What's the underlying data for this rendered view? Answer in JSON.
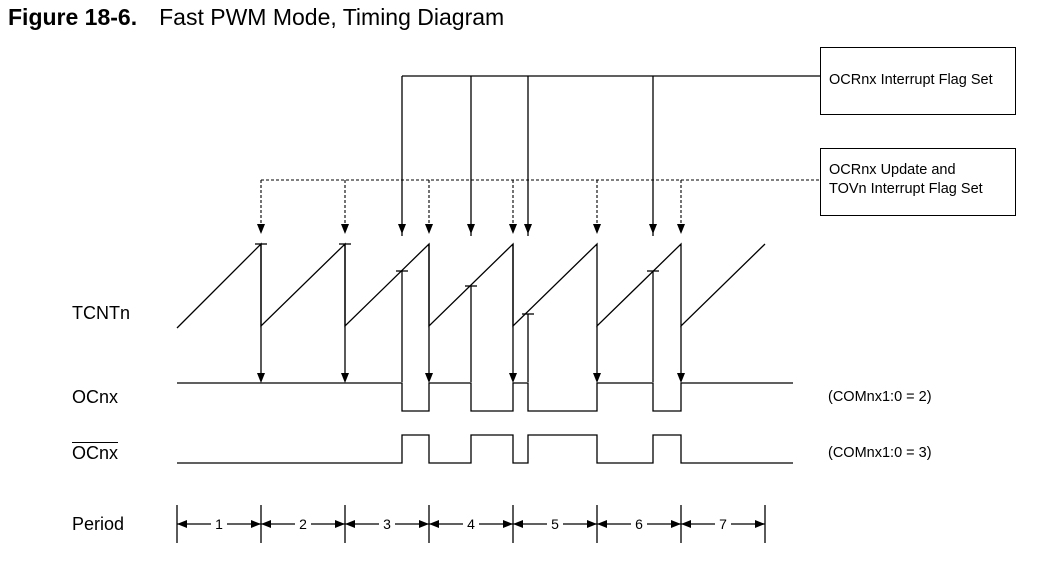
{
  "figure": {
    "number": "Figure 18-6.",
    "title": "Fast PWM Mode, Timing Diagram"
  },
  "boxes": {
    "interrupt_flag": "OCRnx Interrupt Flag Set",
    "update_line1": "OCRnx Update and",
    "update_line2": "TOVn Interrupt Flag Set"
  },
  "signals": {
    "tcnt": "TCNTn",
    "ocnx": "OCnx",
    "ocnx_inverted": "OCnx",
    "period": "Period"
  },
  "notes": {
    "ocnx_mode": "(COMnx1:0 = 2)",
    "ocnx_inv_mode": "(COMnx1:0 = 3)"
  },
  "periods": [
    "1",
    "2",
    "3",
    "4",
    "5",
    "6",
    "7"
  ],
  "colors": {
    "line": "#000000",
    "background": "#ffffff"
  }
}
